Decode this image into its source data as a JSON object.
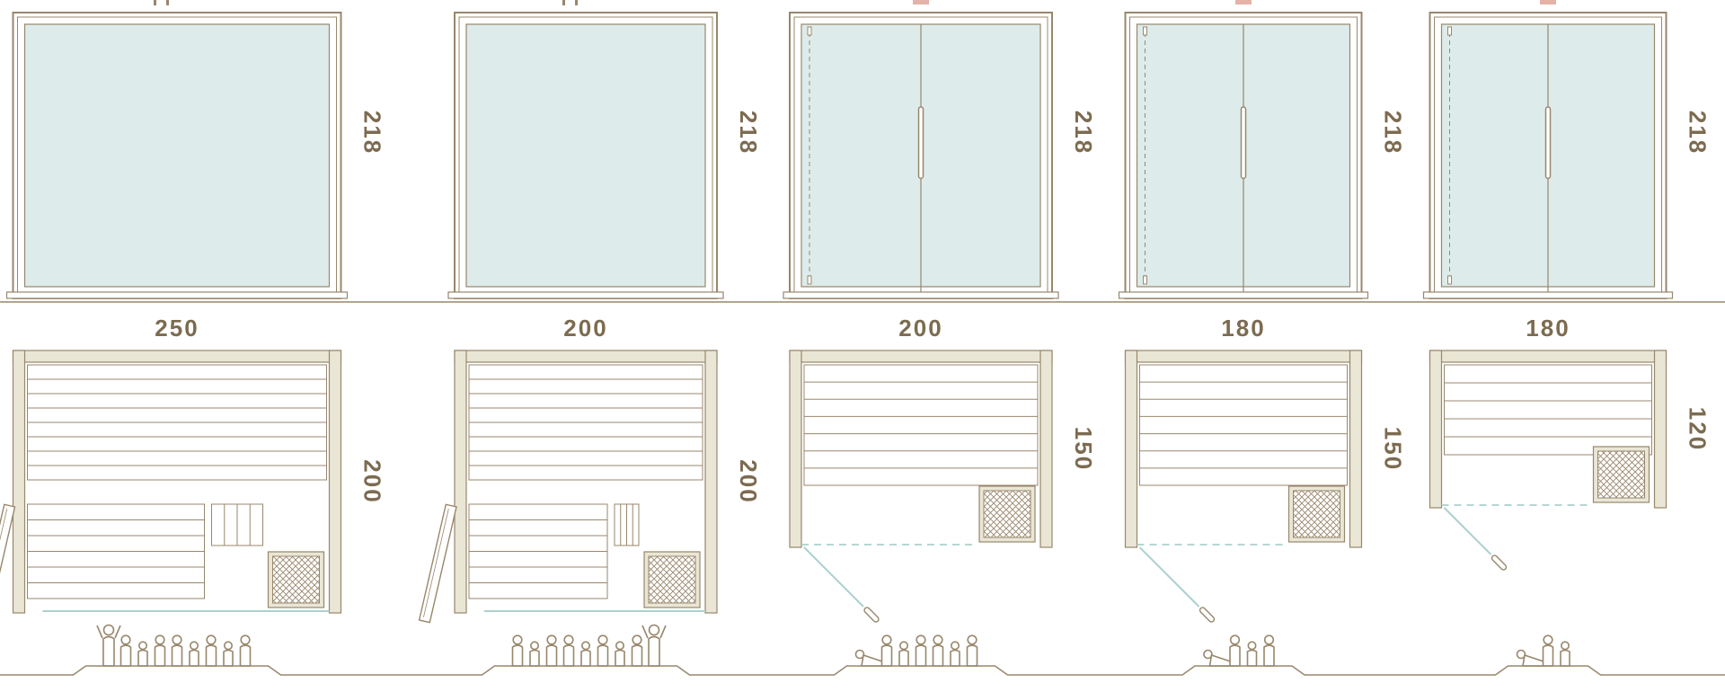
{
  "title": "Sauna cabin size range - front elevations, floor plans and capacity figures",
  "colors": {
    "line": "#98876c",
    "text": "#7c6b50",
    "glass": "#ddecea",
    "glass_line": "#abd0cd",
    "wall": "#eae6d5",
    "pink_mark": "#e4b2a7",
    "background": "#ffffff"
  },
  "diagram": {
    "models": [
      {
        "name": "model-250x200",
        "height_label": "218",
        "width_label": "250",
        "depth_label": "200",
        "width_cm": 250,
        "depth_cm": 200,
        "height_cm": 218,
        "front_type": "full-glass",
        "door_type": "side-hinged",
        "capacity": 9,
        "figures": [
          "arms-up",
          "stand",
          "stand-s",
          "stand",
          "stand",
          "stand-s",
          "stand",
          "stand-s",
          "stand"
        ]
      },
      {
        "name": "model-200x200",
        "height_label": "218",
        "width_label": "200",
        "depth_label": "200",
        "width_cm": 200,
        "depth_cm": 200,
        "height_cm": 218,
        "front_type": "full-glass",
        "door_type": "side-hinged",
        "capacity": 9,
        "figures": [
          "stand",
          "stand-s",
          "stand",
          "stand",
          "stand-s",
          "stand",
          "stand-s",
          "stand",
          "arms-up"
        ]
      },
      {
        "name": "model-200x150",
        "height_label": "218",
        "width_label": "200",
        "depth_label": "150",
        "width_cm": 200,
        "depth_cm": 150,
        "height_cm": 218,
        "front_type": "double-door",
        "door_type": "front-swing",
        "capacity": 7,
        "figures": [
          "recline",
          "stand",
          "stand-s",
          "stand",
          "stand",
          "stand-s",
          "stand"
        ]
      },
      {
        "name": "model-180x150",
        "height_label": "218",
        "width_label": "180",
        "depth_label": "150",
        "width_cm": 180,
        "depth_cm": 150,
        "height_cm": 218,
        "front_type": "double-door",
        "door_type": "front-swing",
        "capacity": 4,
        "figures": [
          "recline",
          "stand",
          "stand-s",
          "stand"
        ]
      },
      {
        "name": "model-180x120",
        "height_label": "218",
        "width_label": "180",
        "depth_label": "120",
        "width_cm": 180,
        "depth_cm": 120,
        "height_cm": 218,
        "front_type": "double-door",
        "door_type": "front-swing",
        "capacity": 3,
        "figures": [
          "recline",
          "stand",
          "stand-s"
        ]
      }
    ]
  }
}
